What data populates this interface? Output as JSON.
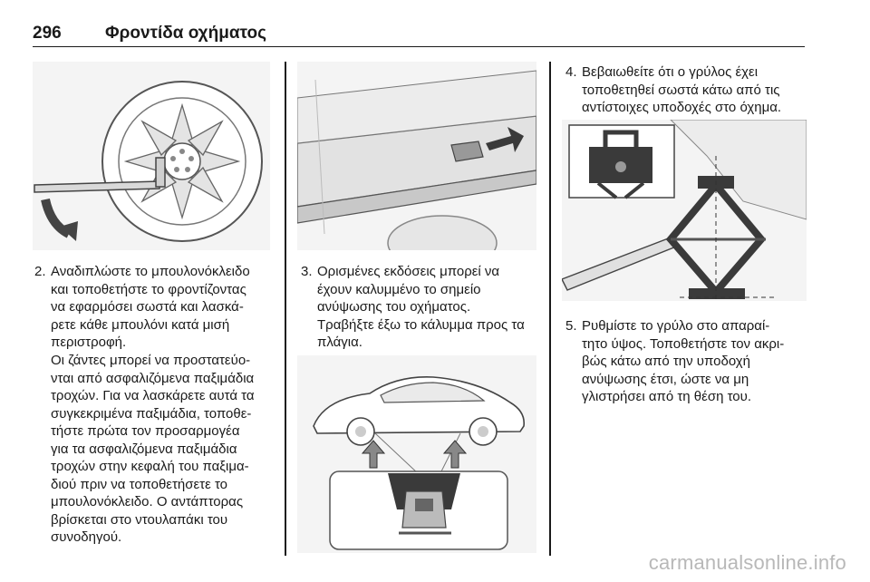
{
  "header": {
    "page_number": "296",
    "title": "Φροντίδα οχήματος"
  },
  "column1": {
    "step2": {
      "number": "2.",
      "lines": [
        "Αναδιπλώστε το μπουλονόκλειδο",
        "και τοποθετήστε το φροντίζοντας",
        "να εφαρμόσει σωστά και λασκά-",
        "ρετε κάθε μπουλόνι κατά μισή",
        "περιστροφή."
      ]
    },
    "note_lines": [
      "Οι ζάντες μπορεί να προστατεύο-",
      "νται από ασφαλιζόμενα παξιμάδια",
      "τροχών. Για να λασκάρετε αυτά τα",
      "συγκεκριμένα παξιμάδια, τοποθε-",
      "τήστε πρώτα τον προσαρμογέα",
      "για τα ασφαλιζόμενα παξιμάδια",
      "τροχών στην κεφαλή του παξιμα-",
      "διού πριν να τοποθετήσετε το",
      "μπουλονόκλειδο. Ο αντάπτορας",
      "βρίσκεται στο ντουλαπάκι του",
      "συνοδηγού."
    ]
  },
  "column2": {
    "step3": {
      "number": "3.",
      "lines": [
        "Ορισμένες εκδόσεις μπορεί να",
        "έχουν καλυμμένο το σημείο",
        "ανύψωσης του οχήματος.",
        "Τραβήξτε έξω το κάλυμμα προς τα",
        "πλάγια."
      ]
    }
  },
  "column3": {
    "step4": {
      "number": "4.",
      "lines": [
        "Βεβαιωθείτε ότι ο γρύλος έχει",
        "τοποθετηθεί σωστά κάτω από τις",
        "αντίστοιχες υποδοχές στο όχημα."
      ]
    },
    "step5": {
      "number": "5.",
      "lines": [
        "Ρυθμίστε το γρύλο στο απαραί-",
        "τητο ύψος. Τοποθετήστε τον ακρι-",
        "βώς κάτω από την υποδοχή",
        "ανύψωσης έτσι, ώστε να μη",
        "γλιστρήσει από τη θέση του."
      ]
    }
  },
  "watermark": "carmanualsonline.info",
  "colors": {
    "text": "#1a1a1a",
    "figure_bg": "#f4f4f4",
    "figure_line": "#555555",
    "figure_dark": "#3a3a3a",
    "watermark": "#b8b8b8"
  },
  "figures": [
    {
      "id": "wheel-wrench-figure",
      "icon": "wheel-wrench-illustration"
    },
    {
      "id": "jack-cover-figure",
      "icon": "jack-point-cover-illustration"
    },
    {
      "id": "car-jack-points-figure",
      "icon": "car-jack-points-illustration"
    },
    {
      "id": "jack-position-figure",
      "icon": "scissor-jack-illustration"
    }
  ]
}
